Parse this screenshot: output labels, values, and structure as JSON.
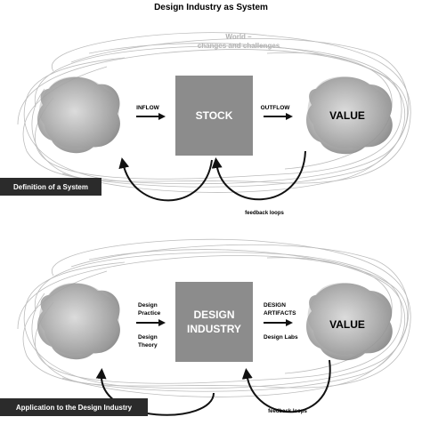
{
  "title": "Design Industry as System",
  "world": {
    "line1": "World –",
    "line2": "changes and challenges"
  },
  "top_panel": {
    "inflow": "INFLOW",
    "stock": "STOCK",
    "outflow": "OUTFLOW",
    "value": "VALUE",
    "feedback": "feedback loops",
    "caption": "Definition of a System"
  },
  "bottom_panel": {
    "inflow_line1": "Design",
    "inflow_line2": "Practice",
    "inflow_line3": "Design",
    "inflow_line4": "Theory",
    "stock_line1": "DESIGN",
    "stock_line2": "INDUSTRY",
    "outflow_line1": "DESIGN",
    "outflow_line2": "ARTIFACTS",
    "outflow_line3": "Design Labs",
    "value": "VALUE",
    "feedback": "feedback loops",
    "caption": "Application to the Design Industry"
  },
  "colors": {
    "stock_box": "#8c8c8c",
    "caption_bg": "#2b2b2b",
    "world_text": "#b0b0b0",
    "loop_lines": "#bcbcbc"
  }
}
